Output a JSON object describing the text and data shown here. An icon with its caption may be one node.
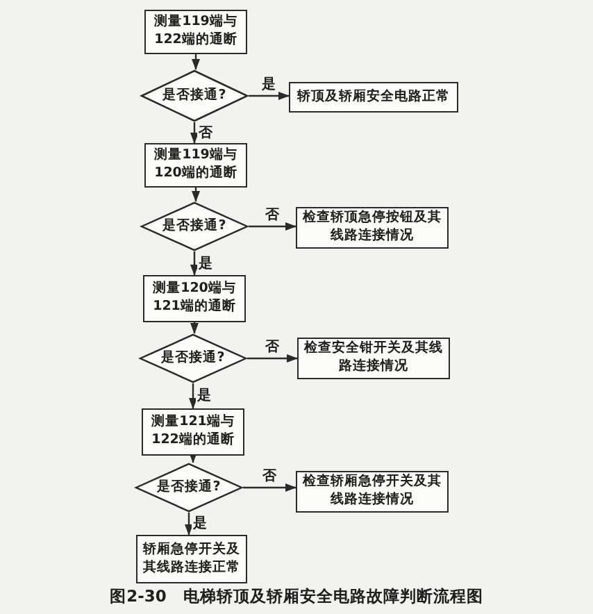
{
  "diagram": {
    "caption": "图2-30　电梯轿顶及轿厢安全电路故障判断流程图",
    "nodes": [
      {
        "text": [
          "测量119端与122端的通断"
        ]
      },
      {
        "text": [
          "是否接通?"
        ]
      },
      {
        "text": [
          "轿顶及轿厢安全电路正常"
        ]
      },
      {
        "text": [
          "测量119端与120端的通断"
        ]
      },
      {
        "text": [
          "是否接通?"
        ]
      },
      {
        "text": [
          "检查轿顶急停按钮及其线路连接情况"
        ]
      },
      {
        "text": [
          "测量120端与121端的通断"
        ]
      },
      {
        "text": [
          "是否接通?"
        ]
      },
      {
        "text": [
          "检查安全钳开关及其线路连接情况"
        ]
      },
      {
        "text": [
          "测量121端与122端的通断"
        ]
      },
      {
        "text": [
          "是否接通?"
        ]
      },
      {
        "text": [
          "检查轿厢急停开关及其线路连接情况"
        ]
      },
      {
        "text": [
          "轿厢急停开关及其线路连接正常"
        ]
      }
    ],
    "edges": [
      {
        "from": 0,
        "to": 1,
        "arrow": "to"
      },
      {
        "from": 1,
        "to": 2,
        "arrow": "to",
        "label": "是"
      },
      {
        "from": 1,
        "to": 3,
        "arrow": "to",
        "label": "否"
      },
      {
        "from": 3,
        "to": 4,
        "arrow": "to"
      },
      {
        "from": 4,
        "to": 5,
        "arrow": "to",
        "label": "否"
      },
      {
        "from": 4,
        "to": 6,
        "arrow": "to",
        "label": "是"
      },
      {
        "from": 6,
        "to": 7,
        "arrow": "to"
      },
      {
        "from": 7,
        "to": 8,
        "arrow": "to",
        "label": "否"
      },
      {
        "from": 7,
        "to": 9,
        "arrow": "to",
        "label": "是"
      },
      {
        "from": 9,
        "to": 10,
        "arrow": "to"
      },
      {
        "from": 10,
        "to": 11,
        "arrow": "to",
        "label": "否"
      },
      {
        "from": 10,
        "to": 12,
        "arrow": "to",
        "label": "是"
      }
    ]
  }
}
